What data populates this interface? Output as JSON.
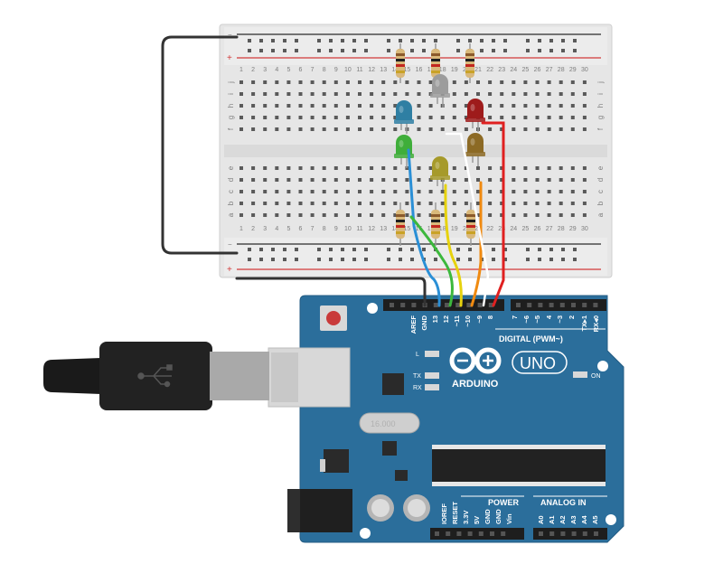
{
  "breadboard": {
    "rail_plus": "+",
    "rail_minus": "−",
    "row_letters_top": [
      "j",
      "i",
      "h",
      "g",
      "f"
    ],
    "row_letters_bottom": [
      "e",
      "d",
      "c",
      "b",
      "a"
    ],
    "column_numbers": [
      "1",
      "2",
      "3",
      "4",
      "5",
      "6",
      "7",
      "8",
      "9",
      "10",
      "11",
      "12",
      "13",
      "14",
      "15",
      "16",
      "17",
      "18",
      "19",
      "20",
      "21",
      "22",
      "23",
      "24",
      "25",
      "26",
      "27",
      "28",
      "29",
      "30"
    ]
  },
  "arduino": {
    "logo": "ARDUINO",
    "model": "UNO",
    "label_digital": "DIGITAL (PWM~)",
    "label_power": "POWER",
    "label_analog": "ANALOG IN",
    "label_on": "ON",
    "label_l": "L",
    "label_tx": "TX",
    "label_rx": "RX",
    "digital_pins": [
      "AREF",
      "GND",
      "13",
      "12",
      "~11",
      "~10",
      "~9",
      "8",
      "7",
      "~6",
      "~5",
      "4",
      "~3",
      "2",
      "TX▸1",
      "RX◂0"
    ],
    "power_pins": [
      "IOREF",
      "RESET",
      "3.3V",
      "5V",
      "GND",
      "GND",
      "Vin"
    ],
    "analog_pins": [
      "A0",
      "A1",
      "A2",
      "A3",
      "A4",
      "A5"
    ]
  },
  "leds": [
    {
      "name": "blue",
      "color": "#2f7fa3"
    },
    {
      "name": "green",
      "color": "#3fae3a"
    },
    {
      "name": "white",
      "color": "#9c9c9c"
    },
    {
      "name": "olive",
      "color": "#a69a2a"
    },
    {
      "name": "red",
      "color": "#9e1b1b"
    },
    {
      "name": "brown",
      "color": "#8c6a25"
    }
  ],
  "wires": [
    {
      "name": "gnd",
      "color": "#333333"
    },
    {
      "name": "pin13",
      "color": "#2a8fd6"
    },
    {
      "name": "pin12",
      "color": "#3cb83c"
    },
    {
      "name": "pin11",
      "color": "#e6d20e"
    },
    {
      "name": "pin10",
      "color": "#f08a10"
    },
    {
      "name": "pin9",
      "color": "#ffffff"
    },
    {
      "name": "pin8",
      "color": "#e02020"
    }
  ]
}
